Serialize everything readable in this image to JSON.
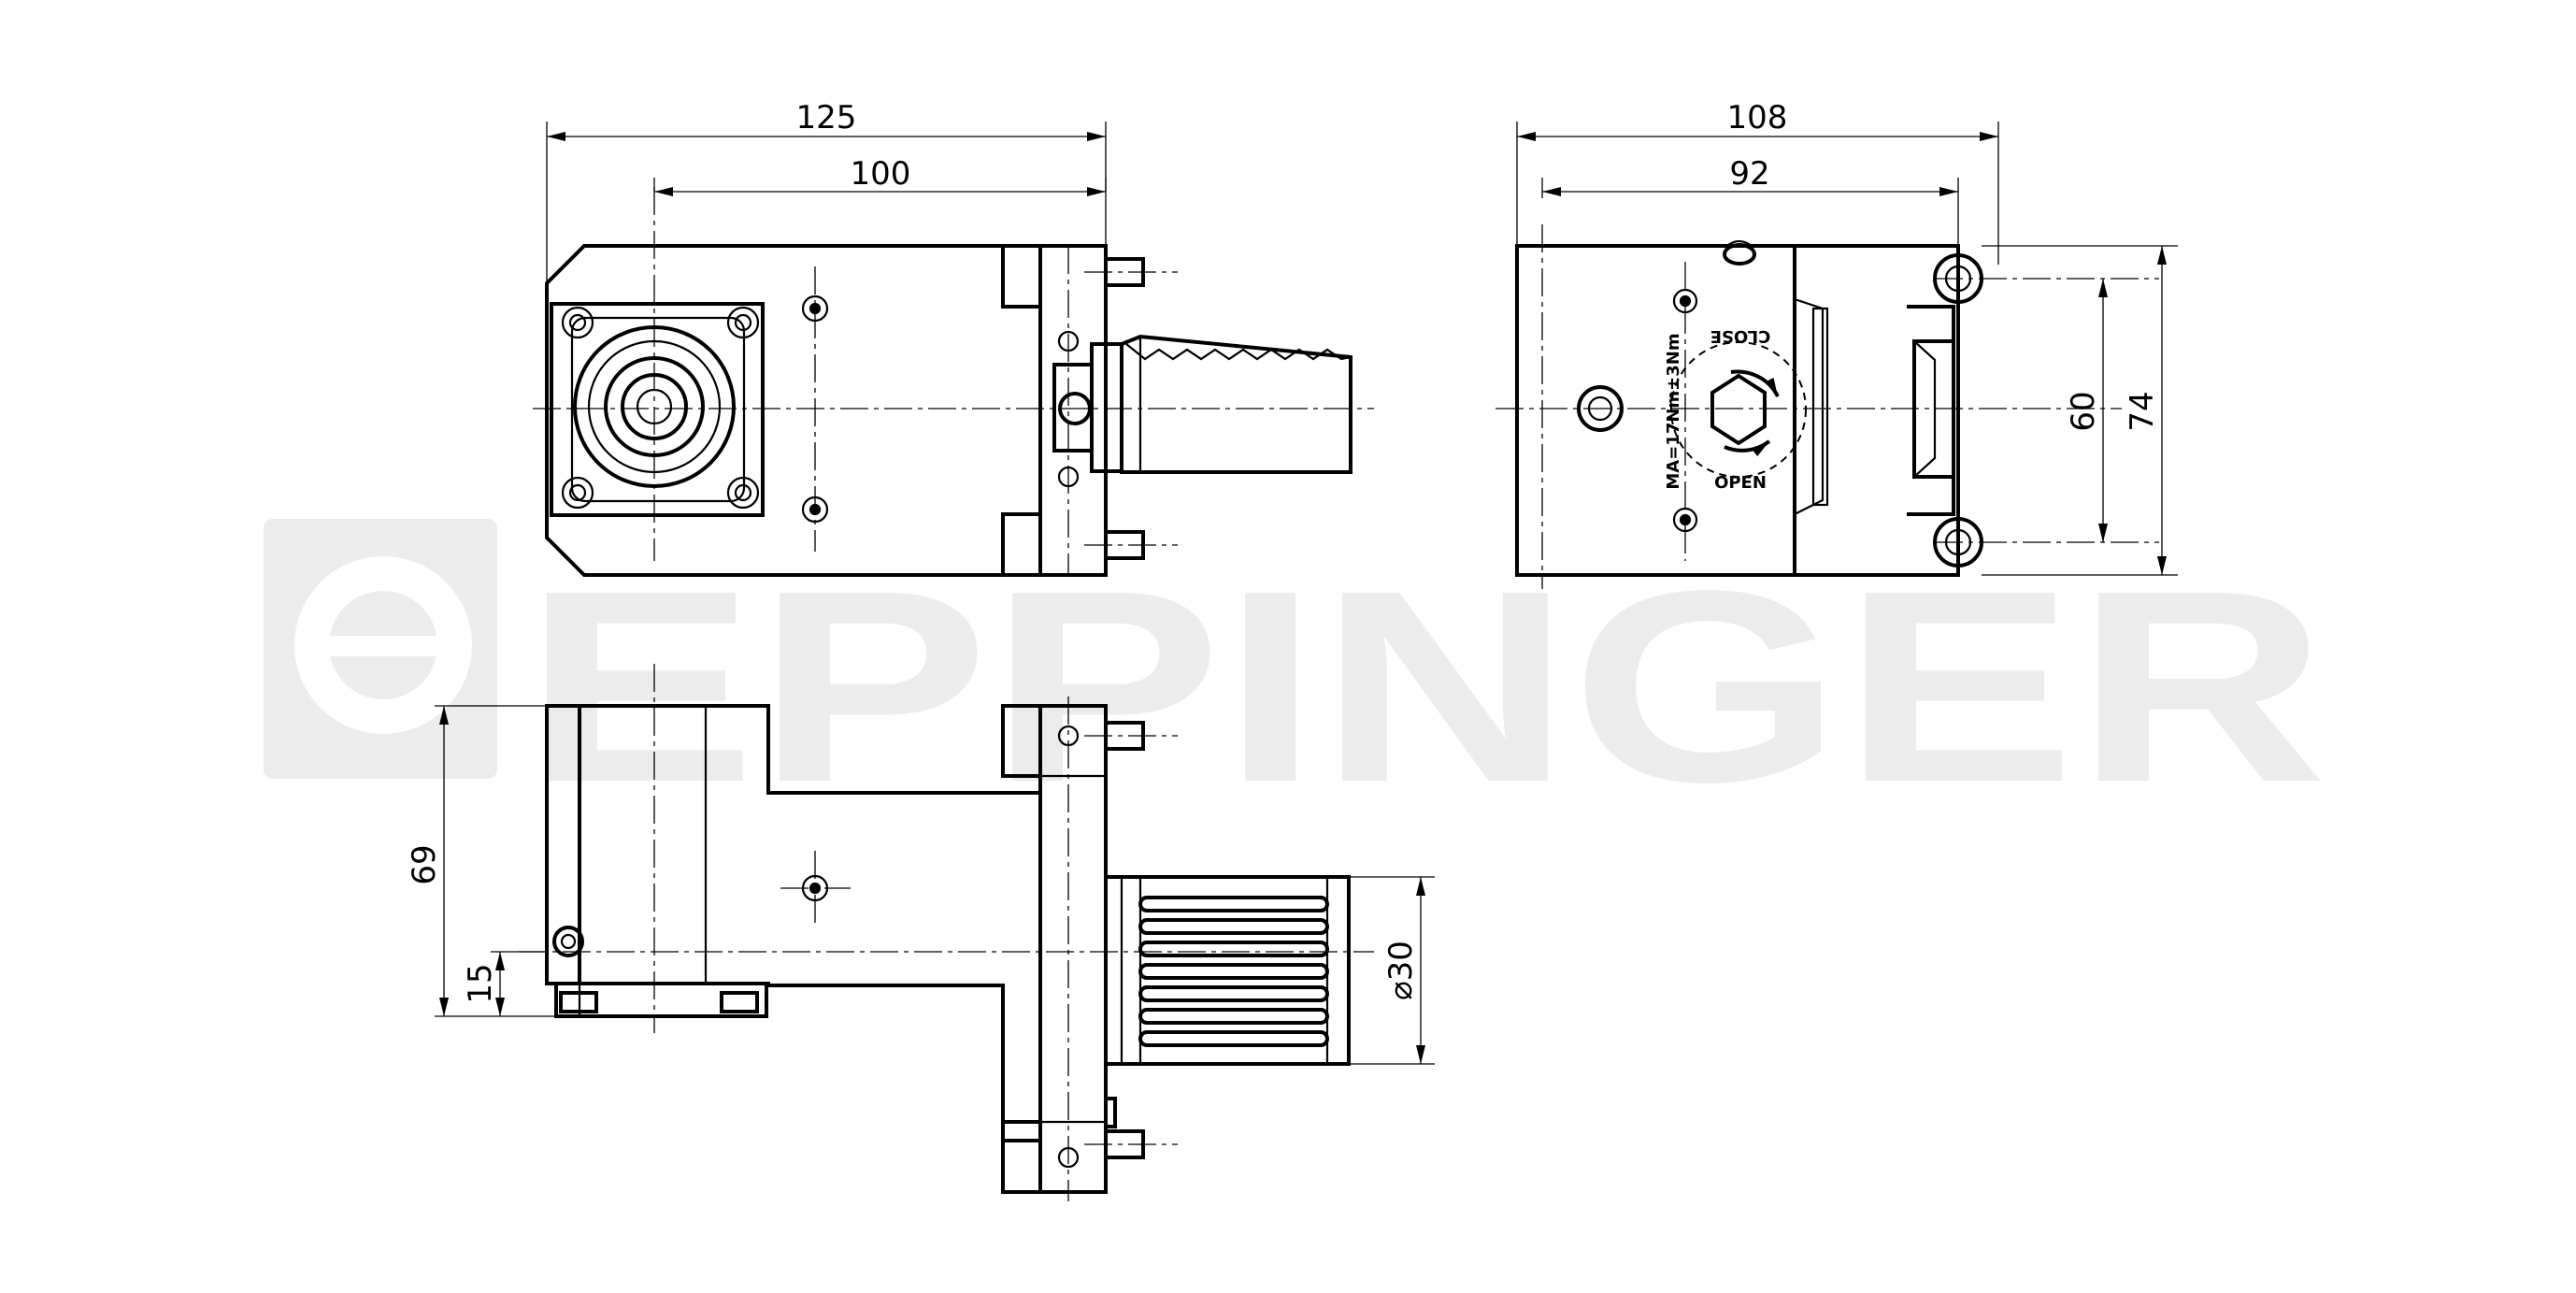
{
  "watermark": {
    "text": "EPPINGER",
    "color": "#ececec"
  },
  "views": {
    "front": {
      "dimensions": {
        "overall_width": "125",
        "center_to_face": "100"
      }
    },
    "side": {
      "dimensions": {
        "overall_width": "108",
        "bolt_span": "92",
        "hole_pitch": "60",
        "overall_height": "74"
      },
      "labels": {
        "close": "CLOSE",
        "open": "OPEN",
        "torque": "MA=17Nm±3Nm"
      }
    },
    "top": {
      "dimensions": {
        "height": "69",
        "offset": "15",
        "shank_diameter": "⌀30"
      }
    }
  }
}
